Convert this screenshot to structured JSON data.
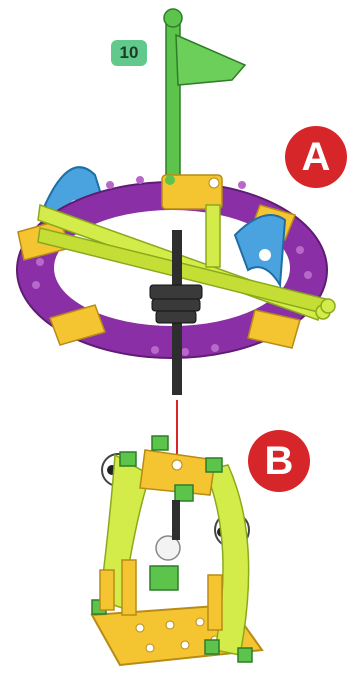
{
  "step": {
    "number": "10"
  },
  "callouts": {
    "a": "A",
    "b": "B"
  },
  "colors": {
    "purple": "#8b2fa6",
    "yellow": "#f4c531",
    "lime": "#d4ec4a",
    "green": "#5cc34b",
    "blue": "#4aa3df",
    "red": "#d7262a",
    "badge": "#62c98c"
  }
}
